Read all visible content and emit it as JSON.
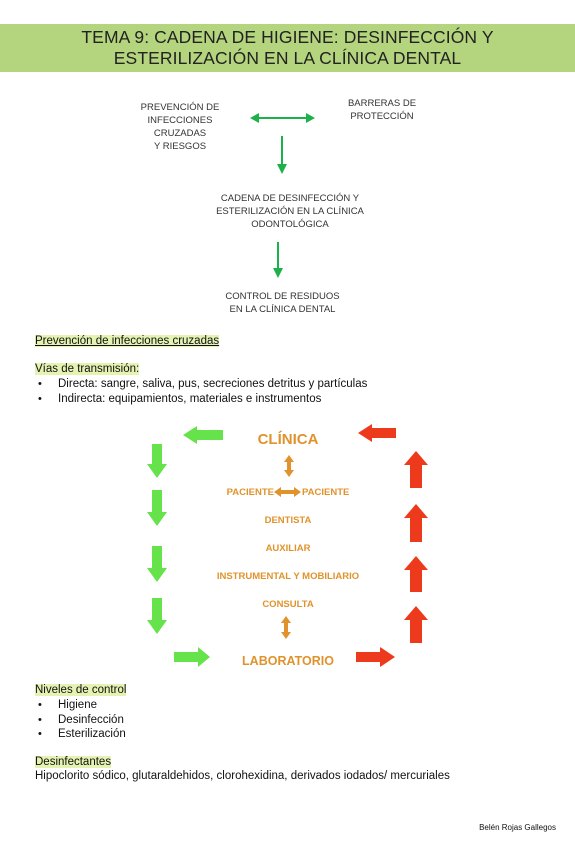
{
  "header": {
    "title_line1": "TEMA 9: CADENA DE HIGIENE: DESINFECCIÓN Y",
    "title_line2": "ESTERILIZACIÓN EN LA CLÍNICA DENTAL"
  },
  "diagram": {
    "prevention": [
      "PREVENCIÓN DE",
      "INFECCIONES",
      "CRUZADAS",
      "Y RIESGOS"
    ],
    "barriers": [
      "BARRERAS DE",
      "PROTECCIÓN"
    ],
    "chain": [
      "CADENA DE DESINFECCIÓN  Y",
      "ESTERILIZACIÓN EN LA CLÍNICA",
      "ODONTOLÓGICA"
    ],
    "waste": [
      "CONTROL DE RESIDUOS",
      "EN LA CLÍNICA DENTAL"
    ]
  },
  "section_prevention": {
    "heading": "Prevención de infecciones cruzadas"
  },
  "section_routes": {
    "heading": "Vías de transmisión:",
    "items": [
      "Directa: sangre, saliva, pus, secreciones detritus y partículas",
      "Indirecta: equipamientos, materiales e instrumentos"
    ]
  },
  "cycle": {
    "clinic": "CLÍNICA",
    "patient_left": "PACIENTE",
    "patient_right": "PACIENTE",
    "dentist": "DENTISTA",
    "assistant": "AUXILIAR",
    "instrumental": "INSTRUMENTAL Y MOBILIARIO",
    "consultation": "CONSULTA",
    "laboratory": "LABORATORIO",
    "colors": {
      "green": "#66e24a",
      "red": "#ee3a1c",
      "orange": "#e0932c"
    }
  },
  "section_levels": {
    "heading": "Niveles de control",
    "items": [
      "Higiene",
      "Desinfección",
      "Esterilización"
    ]
  },
  "section_disinfectants": {
    "heading": "Desinfectantes",
    "text": "Hipoclorito sódico, glutaraldehidos, clorohexidina, derivados iodados/ mercuriales"
  },
  "footer": {
    "author": "Belén Rojas Gallegos"
  }
}
